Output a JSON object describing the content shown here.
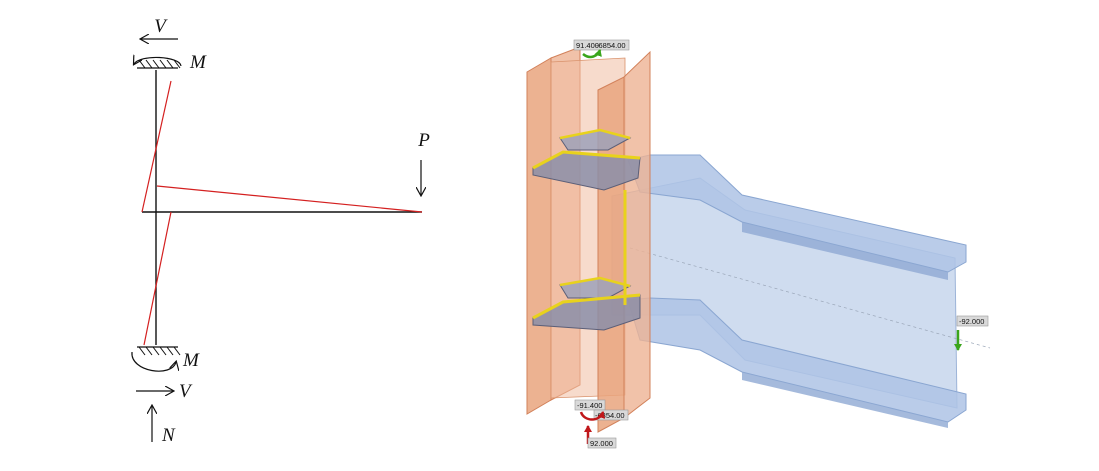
{
  "left_diagram": {
    "symbols": {
      "top_shear": "V",
      "top_moment": "M",
      "load": "P",
      "bottom_moment": "M",
      "bottom_shear": "V",
      "axial": "N"
    },
    "colors": {
      "structure": "#111111",
      "deformed": "#d42020"
    }
  },
  "model_3d": {
    "labels": {
      "top_shear_moment": "91.400",
      "top_moment_value": "-6854.00",
      "bottom_shear": "-91.400",
      "bottom_moment_value": "-6854.00",
      "bottom_axial": "92.000",
      "beam_load": "-92.000"
    },
    "colors": {
      "column": "#e39a74",
      "beam": "#a9c0e2",
      "plates": "#8b8ea8",
      "welds": "#e8d21c",
      "arrow_green": "#3aa51c",
      "arrow_red": "#c0171a"
    }
  }
}
